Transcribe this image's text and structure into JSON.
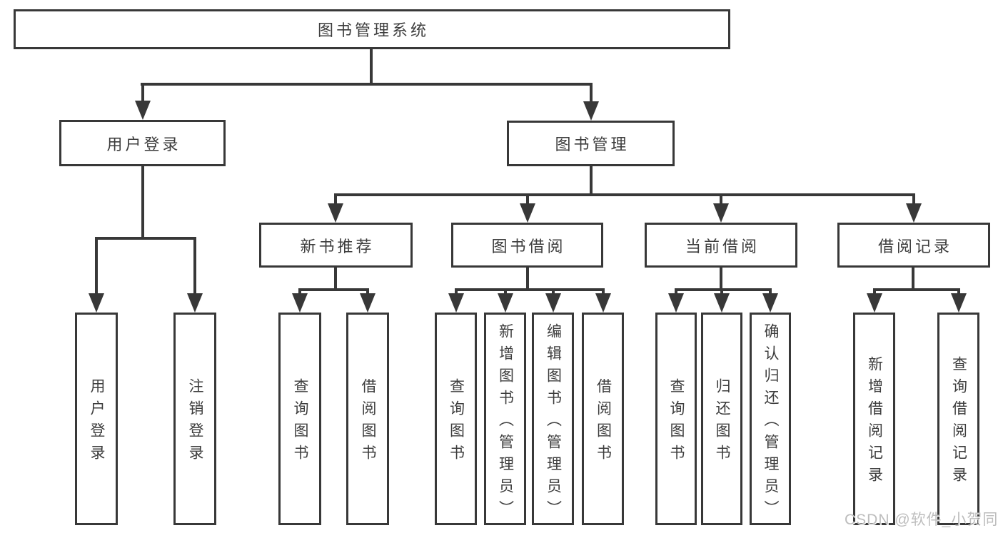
{
  "diagram": {
    "root": {
      "label": "图书管理系统"
    },
    "branches": {
      "user_login": {
        "label": "用户登录",
        "children": [
          "用户登录",
          "注销登录"
        ]
      },
      "book_mgmt": {
        "label": "图书管理",
        "children": [
          {
            "label": "新书推荐",
            "children": [
              "查询图书",
              "借阅图书"
            ]
          },
          {
            "label": "图书借阅",
            "children": [
              "查询图书",
              "新增图书（管理员）",
              "编辑图书（管理员）",
              "借阅图书"
            ]
          },
          {
            "label": "当前借阅",
            "children": [
              "查询图书",
              "归还图书",
              "确认归还（管理员）"
            ]
          },
          {
            "label": "借阅记录",
            "children": [
              "新增借阅记录",
              "查询借阅记录"
            ]
          }
        ]
      }
    }
  },
  "watermark": {
    "text": "CSDN @软件_小贺同学"
  },
  "colors": {
    "line": "#383838",
    "text": "#3d3d3d",
    "watermark": "#bdbdbd",
    "background": "#ffffff"
  }
}
